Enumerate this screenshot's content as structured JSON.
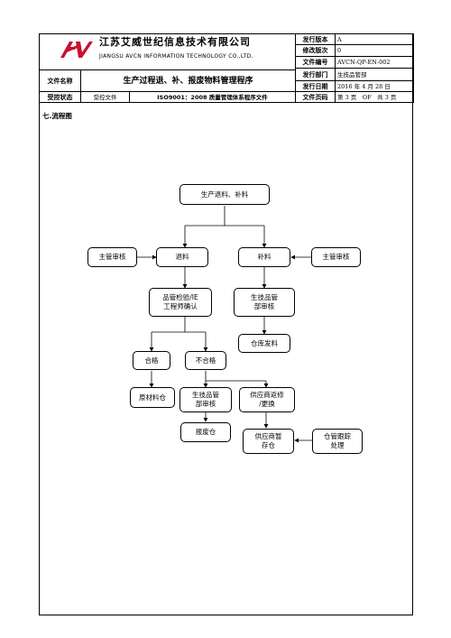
{
  "header": {
    "company_cn": "江苏艾威世纪信息技术有限公司",
    "company_en": "JIANGSU AVCN INFORMATION TECHNOLOGY CO.,LTD.",
    "logo_text": "AV",
    "brand_color": "#c8102e",
    "doc_title": "生产过程退、补、报废物料管理程序",
    "file_name_label": "文件名称",
    "control_label": "受控状态",
    "control_value": "受控文件",
    "standard": "ISO9001：2008 质量管理体系程序文件",
    "fields": [
      {
        "label": "发行版本",
        "value": "A"
      },
      {
        "label": "修改版次",
        "value": "0"
      },
      {
        "label": "文件编号",
        "value": "AVCN-QP-EN-002"
      },
      {
        "label": "发行部门",
        "value": "生技品管部"
      },
      {
        "label": "发行日期",
        "value": "2016 年 4 月 28 日"
      }
    ],
    "page_label": "文件页码",
    "page_value": "第 3 页　OF　共 3 页"
  },
  "section_title": "七.流程图",
  "flowchart": {
    "nodes": {
      "start": "生产退料、补料",
      "retreat": "退料",
      "supplement": "补料",
      "supervisor_left": "主管审核",
      "supervisor_right": "主管审核",
      "qc_check_1": "品管检验/IE",
      "qc_check_2": "工程师确认",
      "prod_review_r_1": "生技品管",
      "prod_review_r_2": "部审核",
      "warehouse_issue": "仓库发料",
      "pass": "合格",
      "fail": "不合格",
      "raw_warehouse": "原材料仓",
      "prod_review_l_1": "生技品管",
      "prod_review_l_2": "部审核",
      "supplier_repair_1": "供应商返修",
      "supplier_repair_2": "/更换",
      "scrap_warehouse": "报废仓",
      "supplier_temp_1": "供应商暂",
      "supplier_temp_2": "存仓",
      "warehouse_follow_1": "仓管跟踪",
      "warehouse_follow_2": "处理"
    }
  }
}
